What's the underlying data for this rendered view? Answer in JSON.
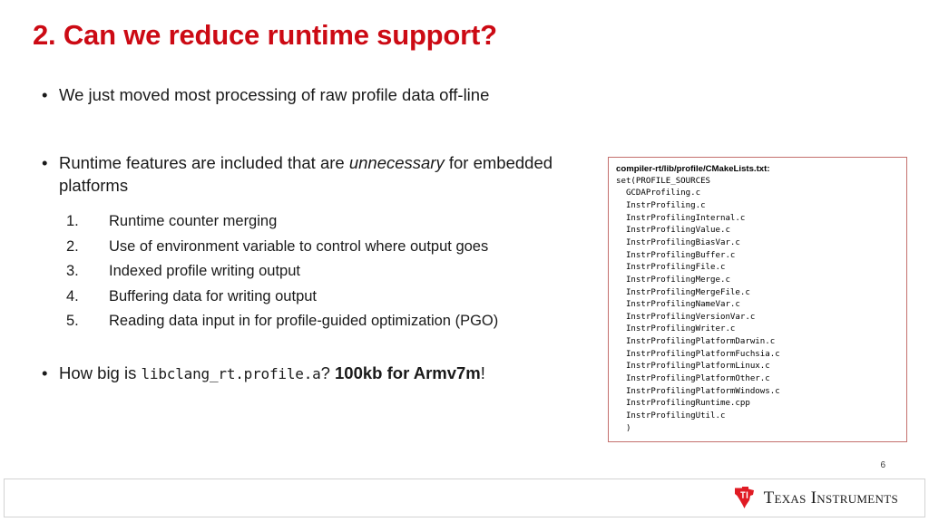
{
  "slide": {
    "title": "2. Can we reduce runtime support?",
    "title_color": "#cc0a14",
    "number": "6"
  },
  "bullets": {
    "first": "We just moved most processing of raw profile data off-line",
    "second_pre": "Runtime features are included that are ",
    "second_em": "unnecessary",
    "second_post": " for embedded platforms",
    "last_pre": "How big is ",
    "last_mono": "libclang_rt.profile.a",
    "last_mid": "?  ",
    "last_strong": "100kb for Armv7m",
    "last_post": "!",
    "marker": "•"
  },
  "numbered_list": [
    {
      "num": "1.",
      "text": "Runtime counter merging"
    },
    {
      "num": "2.",
      "text": "Use of environment variable to control where output goes"
    },
    {
      "num": "3.",
      "text": "Indexed profile writing output"
    },
    {
      "num": "4.",
      "text": "Buffering data for writing output"
    },
    {
      "num": "5.",
      "text": "Reading data input in for profile-guided optimization (PGO)"
    }
  ],
  "code_box": {
    "border_color": "#c4706d",
    "heading": "compiler-rt/lib/profile/CMakeLists.txt:",
    "code": "set(PROFILE_SOURCES\n  GCDAProfiling.c\n  InstrProfiling.c\n  InstrProfilingInternal.c\n  InstrProfilingValue.c\n  InstrProfilingBiasVar.c\n  InstrProfilingBuffer.c\n  InstrProfilingFile.c\n  InstrProfilingMerge.c\n  InstrProfilingMergeFile.c\n  InstrProfilingNameVar.c\n  InstrProfilingVersionVar.c\n  InstrProfilingWriter.c\n  InstrProfilingPlatformDarwin.c\n  InstrProfilingPlatformFuchsia.c\n  InstrProfilingPlatformLinux.c\n  InstrProfilingPlatformOther.c\n  InstrProfilingPlatformWindows.c\n  InstrProfilingRuntime.cpp\n  InstrProfilingUtil.c\n  )"
  },
  "footer": {
    "brand": "Texas Instruments",
    "brand_mark_letters": "TI",
    "brand_color": "#e01b24"
  }
}
